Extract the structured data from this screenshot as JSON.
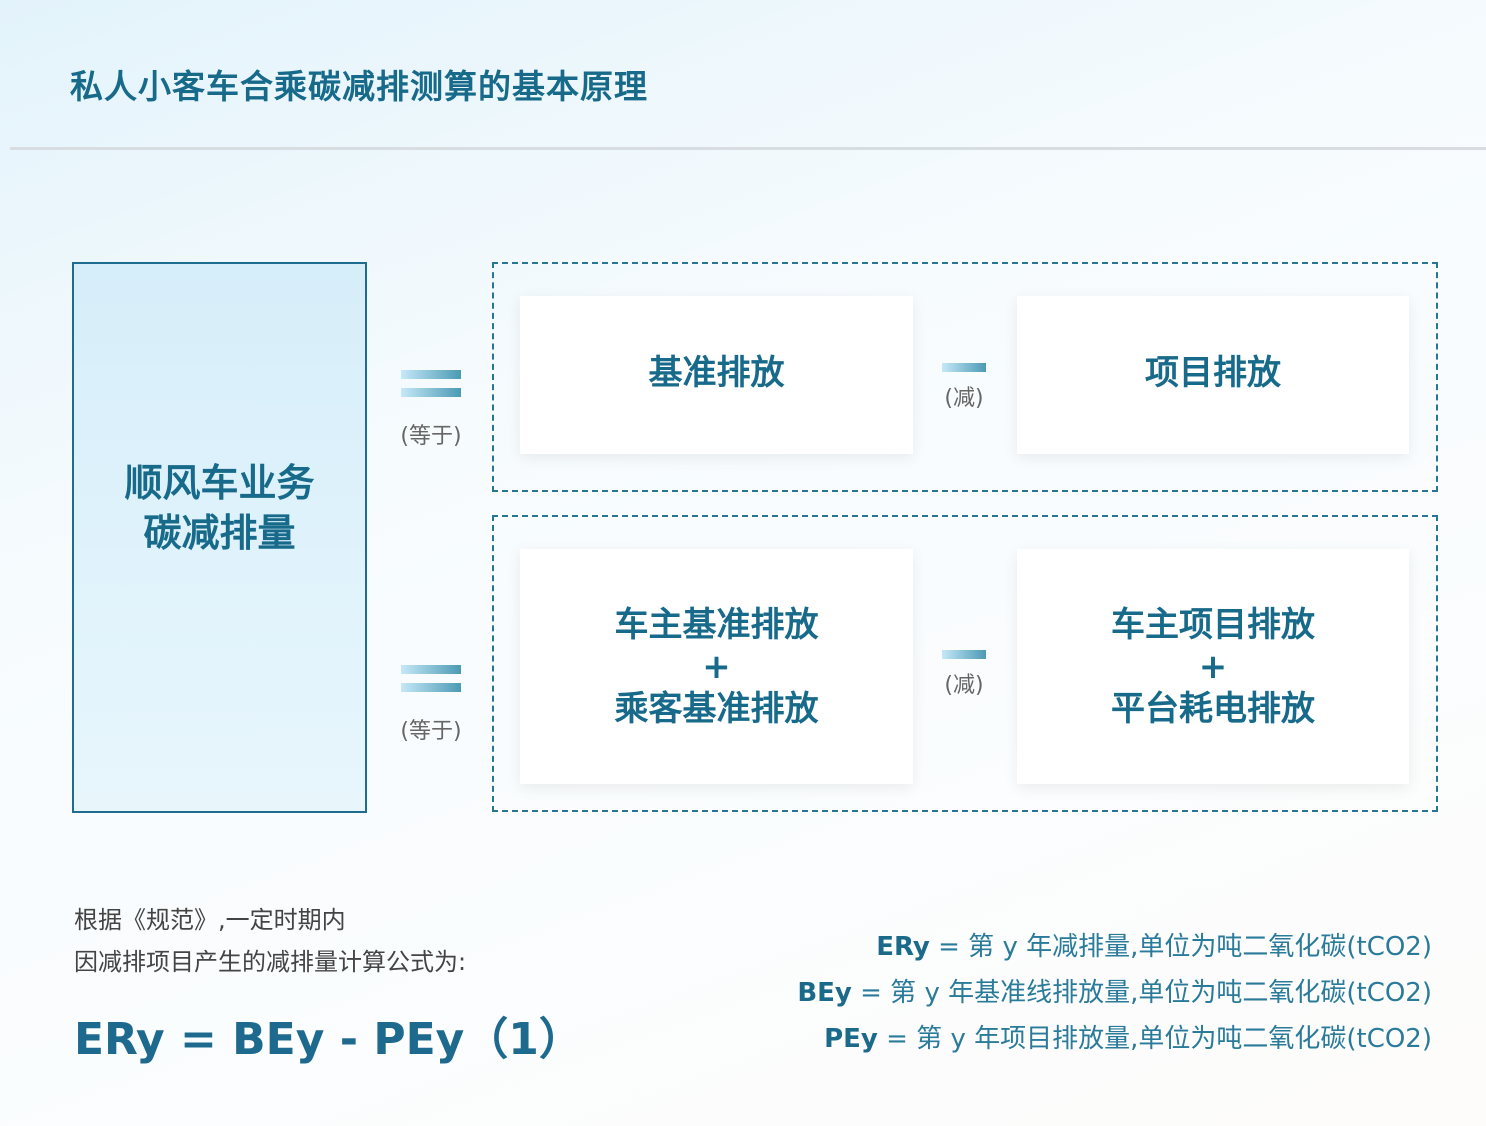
{
  "title": "私人小客车合乘碳减排测算的基本原理",
  "left_box": {
    "line1": "顺风车业务",
    "line2": "碳减排量"
  },
  "equals_label": "(等于)",
  "minus_label": "(减)",
  "row1": {
    "left": "基准排放",
    "right": "项目排放"
  },
  "row2": {
    "left": [
      "车主基准排放",
      "+",
      "乘客基准排放"
    ],
    "right": [
      "车主项目排放",
      "+",
      "平台耗电排放"
    ]
  },
  "note": {
    "line1": "根据《规范》,一定时期内",
    "line2": "因减排项目产生的减排量计算公式为:"
  },
  "formula": "ERy = BEy - PEy（1）",
  "definitions": [
    {
      "term": "ERy",
      "text": " = 第 y 年减排量,单位为吨二氧化碳(tCO2)"
    },
    {
      "term": "BEy",
      "text": " = 第 y 年基准线排放量,单位为吨二氧化碳(tCO2)"
    },
    {
      "term": "PEy",
      "text": " = 第 y 年项目排放量,单位为吨二氧化碳(tCO2)"
    }
  ]
}
